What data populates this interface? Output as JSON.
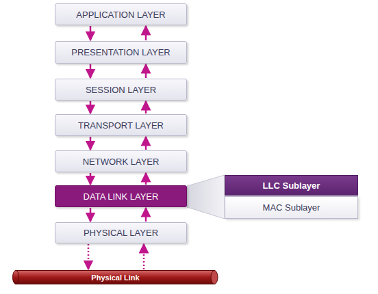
{
  "diagram": {
    "nodes": [
      {
        "text": [
          "APPLICATION LAYER"
        ]
      },
      {
        "text": [
          "PRESENTATION LAYER"
        ]
      },
      {
        "text": [
          "SESSION LAYER"
        ]
      },
      {
        "text": [
          "TRANSPORT LAYER"
        ]
      },
      {
        "text": [
          "NETWORK LAYER"
        ]
      },
      {
        "text": [
          "DATA LINK LAYER"
        ]
      },
      {
        "text": [
          "PHYSICAL LAYER"
        ]
      },
      {
        "text": [
          "LLC Sublayer"
        ]
      },
      {
        "text": [
          "MAC Sublayer"
        ]
      },
      {
        "text": [
          "Physical Link"
        ]
      }
    ],
    "edges": [
      {
        "from": 0,
        "to": 1,
        "arrow": "to"
      },
      {
        "from": 1,
        "to": 0,
        "arrow": "to"
      },
      {
        "from": 1,
        "to": 2,
        "arrow": "to"
      },
      {
        "from": 2,
        "to": 1,
        "arrow": "to"
      },
      {
        "from": 2,
        "to": 3,
        "arrow": "to"
      },
      {
        "from": 3,
        "to": 2,
        "arrow": "to"
      },
      {
        "from": 3,
        "to": 4,
        "arrow": "to"
      },
      {
        "from": 4,
        "to": 3,
        "arrow": "to"
      },
      {
        "from": 4,
        "to": 5,
        "arrow": "to"
      },
      {
        "from": 5,
        "to": 4,
        "arrow": "to"
      },
      {
        "from": 5,
        "to": 6,
        "arrow": "to"
      },
      {
        "from": 6,
        "to": 5,
        "arrow": "to"
      },
      {
        "from": 6,
        "to": 9,
        "arrow": "to"
      },
      {
        "from": 9,
        "to": 6,
        "arrow": "to"
      }
    ]
  }
}
